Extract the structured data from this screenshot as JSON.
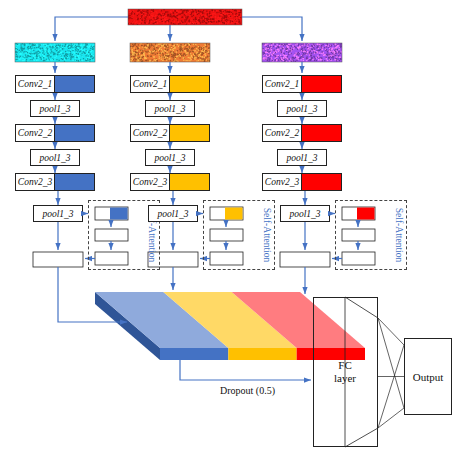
{
  "diagram": {
    "nodes": [
      {
        "text": [
          "Conv2_1"
        ]
      },
      {
        "text": [
          "pool1_3"
        ]
      },
      {
        "text": [
          "Conv2_2"
        ]
      },
      {
        "text": [
          "pool1_3"
        ]
      },
      {
        "text": [
          "Conv2_3"
        ]
      },
      {
        "text": [
          "pool1_3"
        ]
      },
      {
        "text": [
          "Self-Attention"
        ]
      },
      {
        "text": [
          "Conv2_1"
        ]
      },
      {
        "text": [
          "pool1_3"
        ]
      },
      {
        "text": [
          "Conv2_2"
        ]
      },
      {
        "text": [
          "pool1_3"
        ]
      },
      {
        "text": [
          "Conv2_3"
        ]
      },
      {
        "text": [
          "pool1_3"
        ]
      },
      {
        "text": [
          "Self-Attention"
        ]
      },
      {
        "text": [
          "Conv2_1"
        ]
      },
      {
        "text": [
          "pool1_3"
        ]
      },
      {
        "text": [
          "Conv2_2"
        ]
      },
      {
        "text": [
          "pool1_3"
        ]
      },
      {
        "text": [
          "Conv2_3"
        ]
      },
      {
        "text": [
          "pool1_3"
        ]
      },
      {
        "text": [
          "Self-Attention"
        ]
      },
      {
        "text": [
          "FC layer"
        ]
      },
      {
        "text": [
          "Output"
        ]
      }
    ],
    "edges": [
      {
        "from": 0,
        "to": 1,
        "arrow": "to"
      },
      {
        "from": 1,
        "to": 2,
        "arrow": "to"
      },
      {
        "from": 2,
        "to": 3,
        "arrow": "to"
      },
      {
        "from": 3,
        "to": 4,
        "arrow": "to"
      },
      {
        "from": 4,
        "to": 5,
        "arrow": "to"
      },
      {
        "from": 5,
        "to": 6,
        "arrow": "to"
      },
      {
        "from": 7,
        "to": 8,
        "arrow": "to"
      },
      {
        "from": 8,
        "to": 9,
        "arrow": "to"
      },
      {
        "from": 9,
        "to": 10,
        "arrow": "to"
      },
      {
        "from": 10,
        "to": 11,
        "arrow": "to"
      },
      {
        "from": 11,
        "to": 12,
        "arrow": "to"
      },
      {
        "from": 12,
        "to": 13,
        "arrow": "to"
      },
      {
        "from": 14,
        "to": 15,
        "arrow": "to"
      },
      {
        "from": 15,
        "to": 16,
        "arrow": "to"
      },
      {
        "from": 16,
        "to": 17,
        "arrow": "to"
      },
      {
        "from": 17,
        "to": 18,
        "arrow": "to"
      },
      {
        "from": 18,
        "to": 19,
        "arrow": "to"
      },
      {
        "from": 19,
        "to": 20,
        "arrow": "to"
      },
      {
        "from": 21,
        "to": 22,
        "arrow": "none"
      }
    ],
    "labels": [
      "Dropout (0.5)"
    ]
  }
}
